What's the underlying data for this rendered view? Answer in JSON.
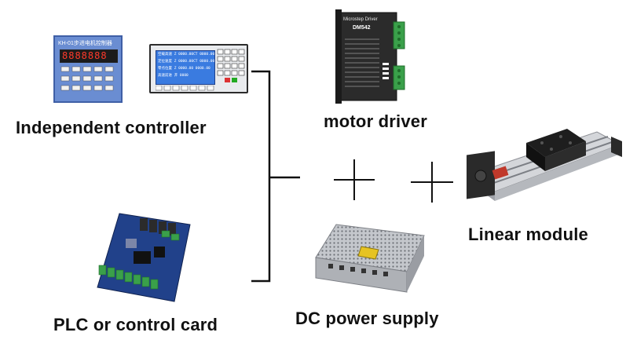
{
  "labels": {
    "independent_controller": "Independent controller",
    "plc": "PLC or control card",
    "motor_driver": "motor driver",
    "dc_power": "DC power supply",
    "linear_module": "Linear module"
  },
  "devices": {
    "controller_a": {
      "header": "KH-01步进电机控制器",
      "digits": "8888888"
    },
    "controller_b": {
      "lcd_lines": [
        "空载高速 Z 0000.00CT 0000.00",
        "定位速度 Z 0000.00CT 0000.00",
        "零点位置 Z 0000.00  0000.00",
        "高速前进 开      0000"
      ]
    },
    "driver": {
      "brand": "Microstep Driver",
      "model": "DM542"
    }
  },
  "operators": {
    "plus": "+"
  },
  "colors": {
    "controller_blue": "#5a7ec8",
    "lcd_blue": "#2f6fd6",
    "driver_body": "#2b2b2b",
    "terminal_green": "#3aa04a",
    "pcb_blue": "#1f3f86",
    "rail_silver": "#b9bcc1"
  }
}
